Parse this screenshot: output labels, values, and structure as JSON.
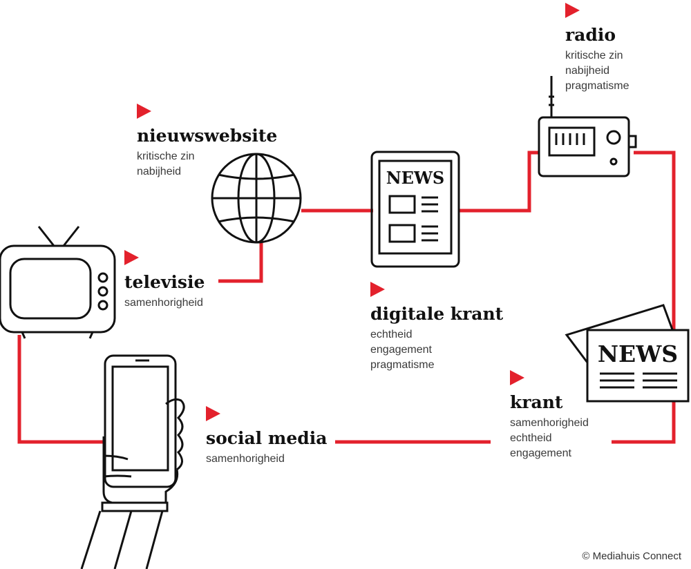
{
  "colors": {
    "accent": "#e3212c",
    "ink": "#111111",
    "text": "#3a3a3a"
  },
  "channels": [
    {
      "id": "nieuwswebsite",
      "icon": "globe-icon",
      "title": "nieuwswebsite",
      "traits": [
        "kritische zin",
        "nabijheid"
      ]
    },
    {
      "id": "televisie",
      "icon": "tv-icon",
      "title": "televisie",
      "traits": [
        "samenhorigheid"
      ]
    },
    {
      "id": "digitale-krant",
      "icon": "tablet-news-icon",
      "title": "digitale krant",
      "traits": [
        "echtheid",
        "engagement",
        "pragmatisme"
      ],
      "icon_text": "NEWS"
    },
    {
      "id": "radio",
      "icon": "radio-icon",
      "title": "radio",
      "traits": [
        "kritische zin",
        "nabijheid",
        "pragmatisme"
      ]
    },
    {
      "id": "krant",
      "icon": "newspaper-icon",
      "title": "krant",
      "traits": [
        "samenhorigheid",
        "echtheid",
        "engagement"
      ],
      "icon_text": "NEWS"
    },
    {
      "id": "social-media",
      "icon": "smartphone-hand-icon",
      "title": "social media",
      "traits": [
        "samenhorigheid"
      ]
    }
  ],
  "copyright": "© Mediahuis Connect"
}
